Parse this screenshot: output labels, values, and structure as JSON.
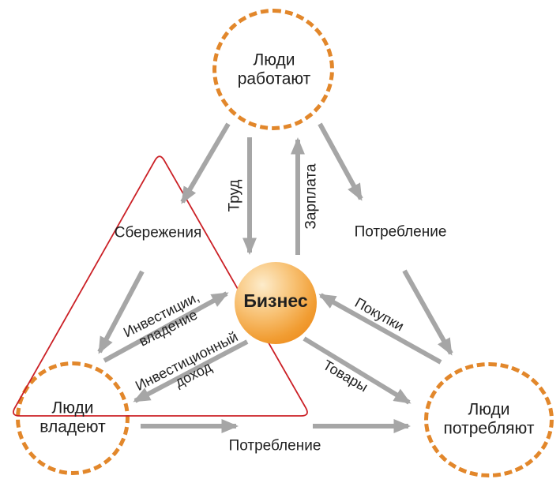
{
  "nodes": {
    "work": {
      "label": "Люди работают"
    },
    "business": {
      "label": "Бизнес"
    },
    "own": {
      "label": "Люди владеют"
    },
    "consume": {
      "label": "Люди потребляют"
    }
  },
  "edge_labels": {
    "labor": "Труд",
    "salary": "Зарплата",
    "savings": "Сбережения",
    "consumption_top": "Потребление",
    "investments": "Инвестиции,\nвладение",
    "investment_income": "Инвестиционный\nдоход",
    "purchases": "Покупки",
    "goods": "Товары",
    "consumption_bottom": "Потребление"
  },
  "colors": {
    "node_border": "#e2872b",
    "business_fill": "#ee8a1a",
    "arrow": "#a6a6a6",
    "triangle": "#cb2026",
    "text": "#1f1f1f",
    "background": "#ffffff"
  }
}
